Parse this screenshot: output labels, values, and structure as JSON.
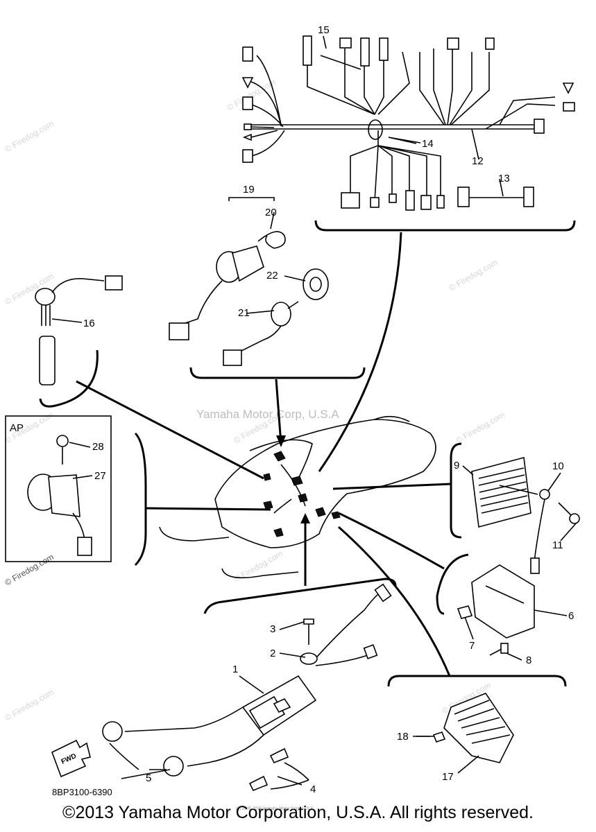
{
  "diagram": {
    "part_numbers": [
      "1",
      "2",
      "3",
      "4",
      "5",
      "6",
      "7",
      "8",
      "9",
      "10",
      "11",
      "12",
      "13",
      "14",
      "15",
      "16",
      "17",
      "18",
      "19",
      "20",
      "21",
      "22",
      "27",
      "28"
    ],
    "ap_label": "AP",
    "fwd_label": "FWD",
    "catalog_code": "8BP3100-6390",
    "center_watermark": "Yamaha Motor Corp, U.S.A",
    "watermark": "© Firedog.com",
    "tiny_print": "(c) 2005-2015 Yamaha Motor Corp, U.S.A",
    "copyright": "©2013 Yamaha Motor Corporation, U.S.A. All rights reserved."
  }
}
